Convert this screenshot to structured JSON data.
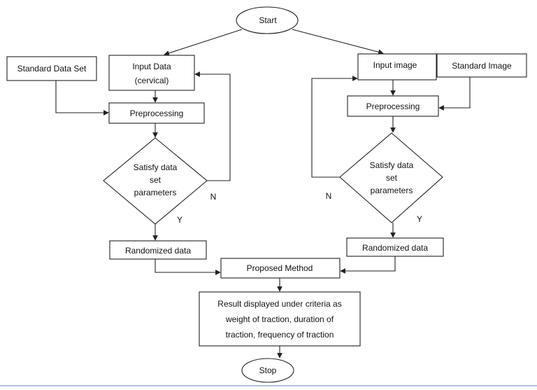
{
  "nodes": {
    "start": "Start",
    "stop": "Stop",
    "left_standard": "Standard Data Set",
    "left_input": [
      "Input Data",
      "(cervical)"
    ],
    "left_pre": "Preprocessing",
    "left_decision": [
      "Satisfy data",
      "set",
      "parameters"
    ],
    "left_random": "Randomized data",
    "right_input": "Input image",
    "right_standard": "Standard Image",
    "right_pre": "Preprocessing",
    "right_decision": [
      "Satisfy data",
      "set",
      "parameters"
    ],
    "right_random": "Randomized data",
    "proposed": "Proposed Method",
    "result": [
      "Result displayed under criteria as",
      "weight of traction, duration of",
      "traction, frequency of traction"
    ]
  },
  "labels": {
    "left_no": "N",
    "left_yes": "Y",
    "right_no": "N",
    "right_yes": "Y"
  },
  "colors": {
    "stroke": "#222222",
    "footer_rule": "#7f9fc8"
  }
}
